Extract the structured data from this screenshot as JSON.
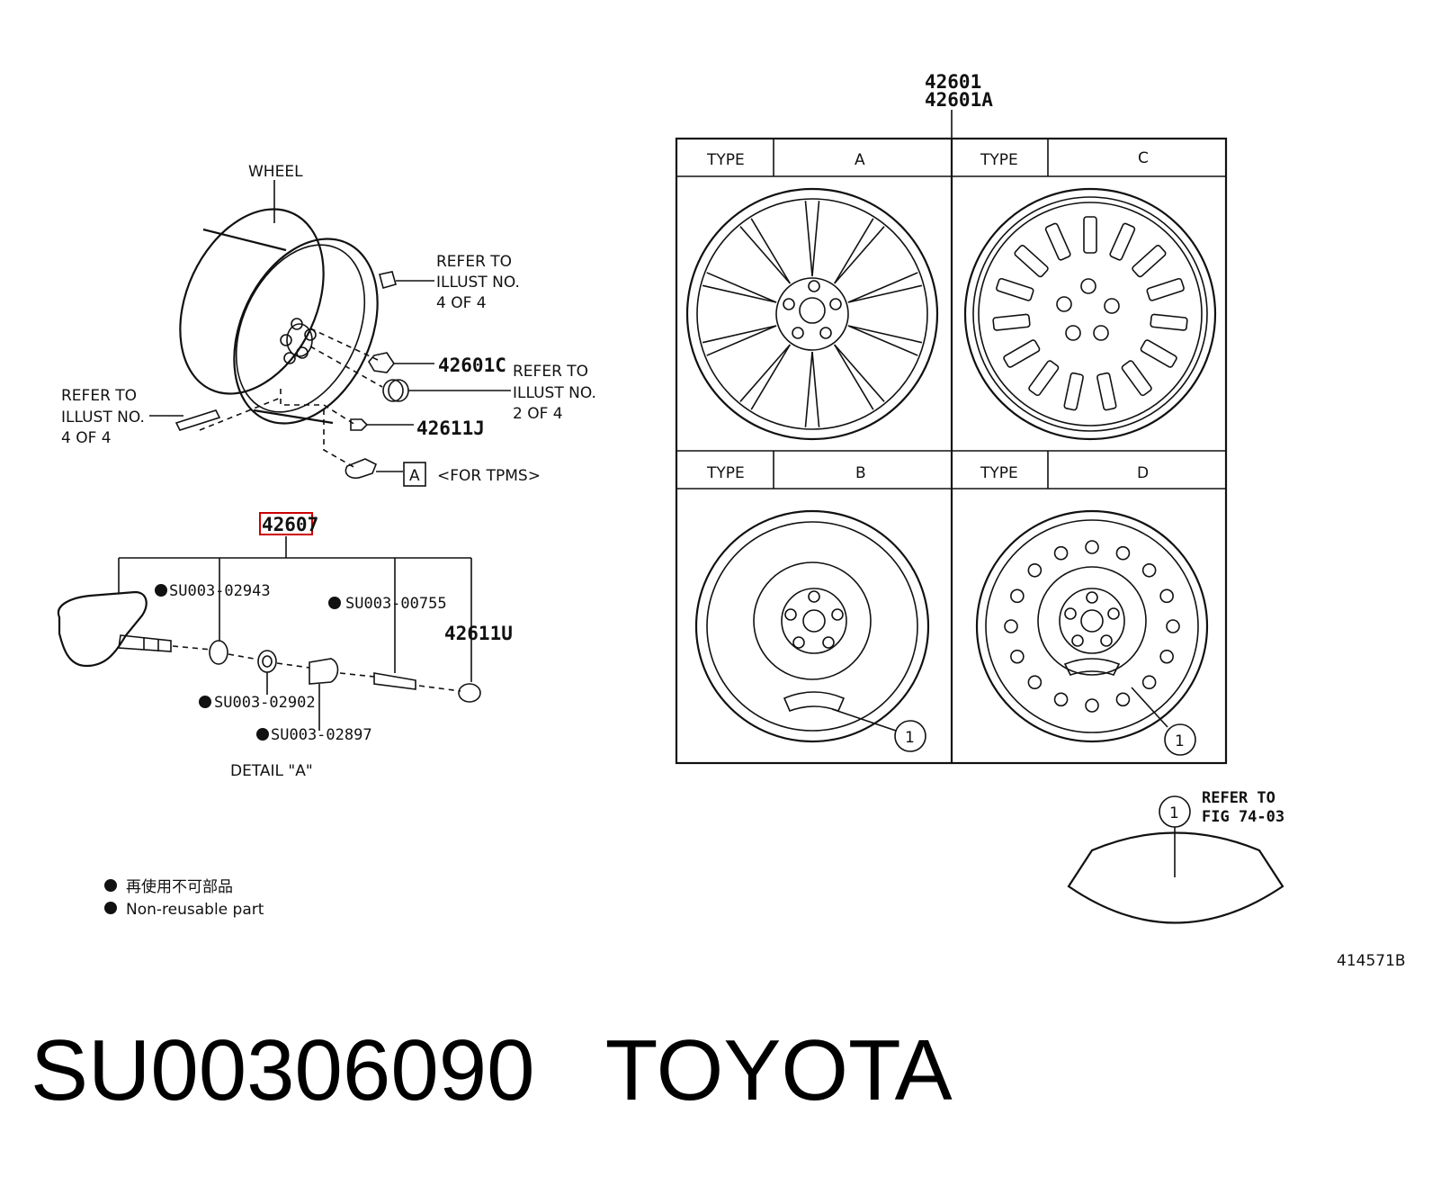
{
  "caption": {
    "part_number": "SU00306090",
    "brand": "TOYOTA"
  },
  "wheel_assembly": {
    "wheel_label": "WHEEL",
    "refer_top": [
      "REFER TO",
      "ILLUST NO.",
      "4 OF 4"
    ],
    "refer_right": [
      "REFER TO",
      "ILLUST NO.",
      "2 OF 4"
    ],
    "refer_left": [
      "REFER TO",
      "ILLUST NO.",
      "4 OF 4"
    ],
    "part_42601C": "42601C",
    "part_42611J": "42611J",
    "detail_box": "A",
    "for_tpms": "<FOR TPMS>"
  },
  "detail_a": {
    "highlight_part": "42607",
    "highlight_color": "#cc0000",
    "parts": {
      "p1": "SU003-02943",
      "p2": "SU003-00755",
      "p3": "SU003-02902",
      "p4": "SU003-02897",
      "p5": "42611U"
    },
    "title": "DETAIL \"A\""
  },
  "legend": {
    "jp": "再使用不可部品",
    "en": "Non-reusable part"
  },
  "wheel_types": {
    "header": [
      "42601",
      "42601A"
    ],
    "type_label": "TYPE",
    "types": [
      "A",
      "C",
      "B",
      "D"
    ],
    "callout": "1"
  },
  "refer_fig": {
    "callout": "1",
    "lines": [
      "REFER TO",
      "FIG 74-03"
    ]
  },
  "illustration_id": "414571B"
}
